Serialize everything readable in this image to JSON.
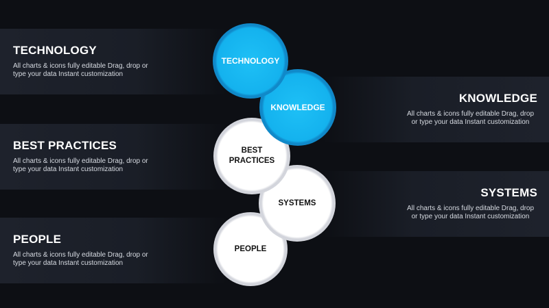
{
  "items": {
    "technology": {
      "title": "TECHNOLOGY",
      "text": "All charts & icons fully editable Drag, drop or type your data Instant customization",
      "circle_label": "TECHNOLOGY"
    },
    "knowledge": {
      "title": "KNOWLEDGE",
      "text": "All charts & icons fully editable Drag, drop or type your data Instant customization",
      "circle_label": "KNOWLEDGE"
    },
    "best_practices": {
      "title": "BEST PRACTICES",
      "text": "All charts & icons fully editable Drag, drop or type your data Instant customization",
      "circle_label": "BEST PRACTICES"
    },
    "systems": {
      "title": "SYSTEMS",
      "text": "All charts & icons fully editable Drag, drop or type your data Instant customization",
      "circle_label": "SYSTEMS"
    },
    "people": {
      "title": "PEOPLE",
      "text": "All charts & icons fully editable Drag, drop or type your data Instant customization",
      "circle_label": "PEOPLE"
    }
  },
  "colors": {
    "accent_blue": "#14b2ee",
    "background": "#0d0f14",
    "circle_white": "#ffffff"
  }
}
